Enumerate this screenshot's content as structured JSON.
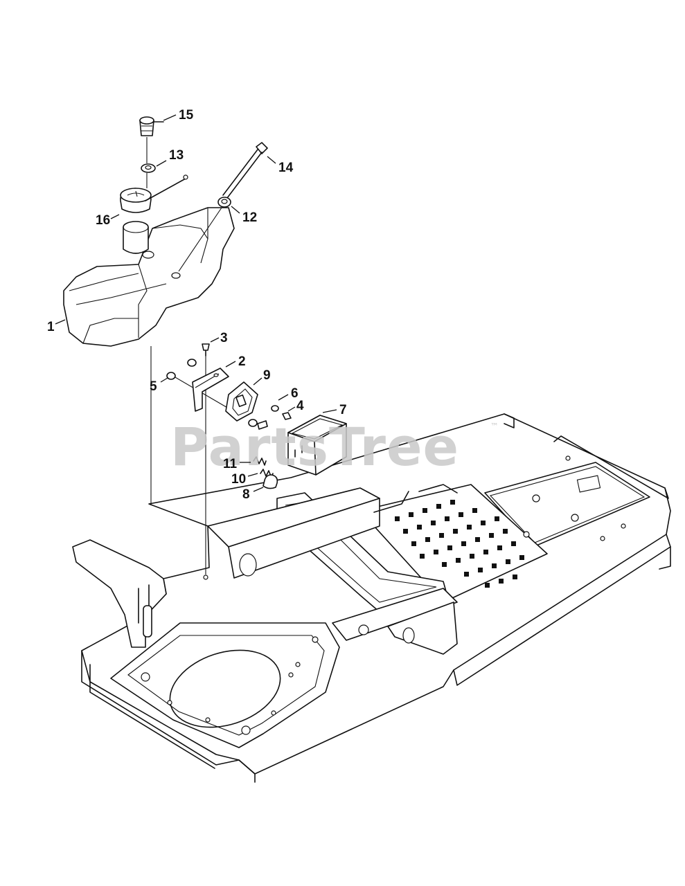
{
  "watermark": {
    "text": "PartsTree",
    "trademark": "™"
  },
  "callouts": [
    {
      "id": "c1",
      "label": "1"
    },
    {
      "id": "c2",
      "label": "2"
    },
    {
      "id": "c3",
      "label": "3"
    },
    {
      "id": "c4",
      "label": "4"
    },
    {
      "id": "c5",
      "label": "5"
    },
    {
      "id": "c6",
      "label": "6"
    },
    {
      "id": "c7",
      "label": "7"
    },
    {
      "id": "c8",
      "label": "8"
    },
    {
      "id": "c9",
      "label": "9"
    },
    {
      "id": "c10",
      "label": "10"
    },
    {
      "id": "c11",
      "label": "11"
    },
    {
      "id": "c12",
      "label": "12"
    },
    {
      "id": "c13",
      "label": "13"
    },
    {
      "id": "c14",
      "label": "14"
    },
    {
      "id": "c15",
      "label": "15"
    },
    {
      "id": "c16",
      "label": "16"
    }
  ]
}
